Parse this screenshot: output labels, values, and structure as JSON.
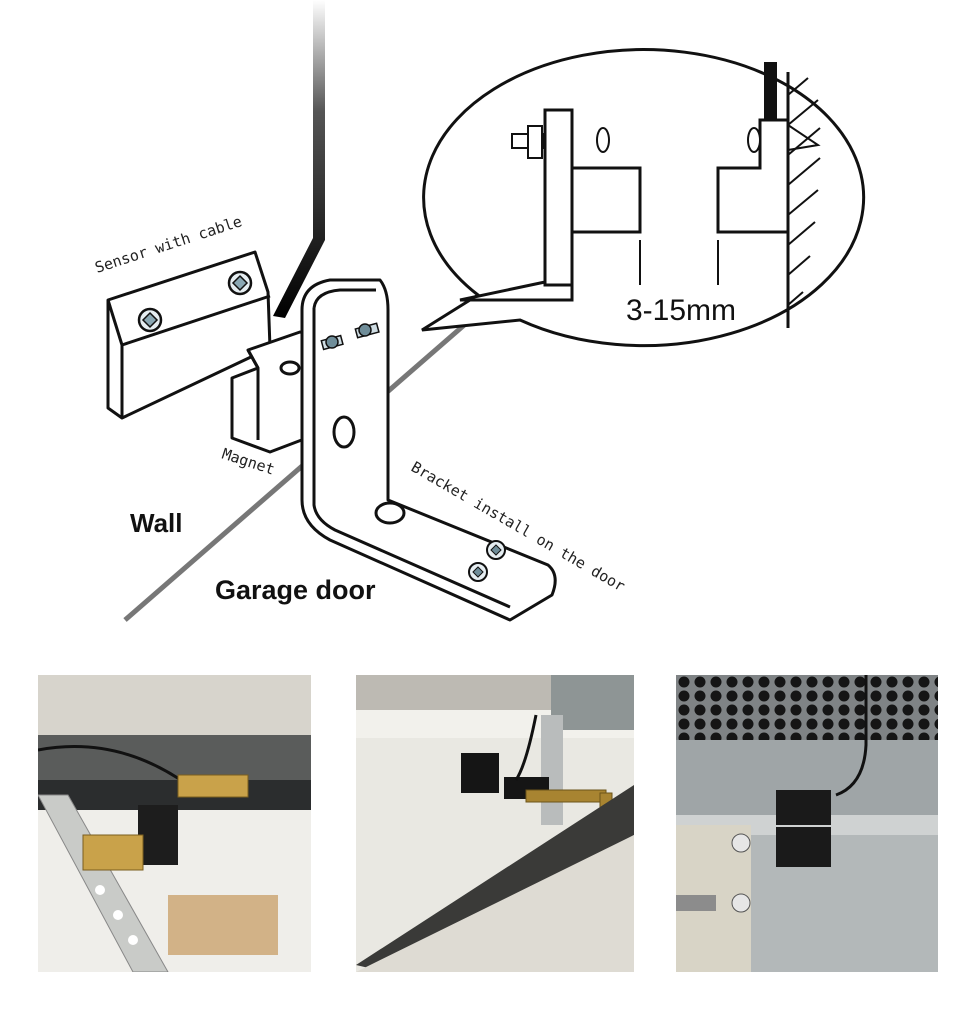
{
  "diagram": {
    "labels": {
      "sensor": "Sensor with cable",
      "magnet": "Magnet",
      "bracket": "Bracket install on the door",
      "wall": "Wall",
      "garage_door": "Garage door",
      "gap": "3-15mm"
    }
  },
  "photos": [
    {
      "name": "photo-bracket-installation"
    },
    {
      "name": "photo-sensor-mounted-rail"
    },
    {
      "name": "photo-sensor-closeup"
    }
  ]
}
